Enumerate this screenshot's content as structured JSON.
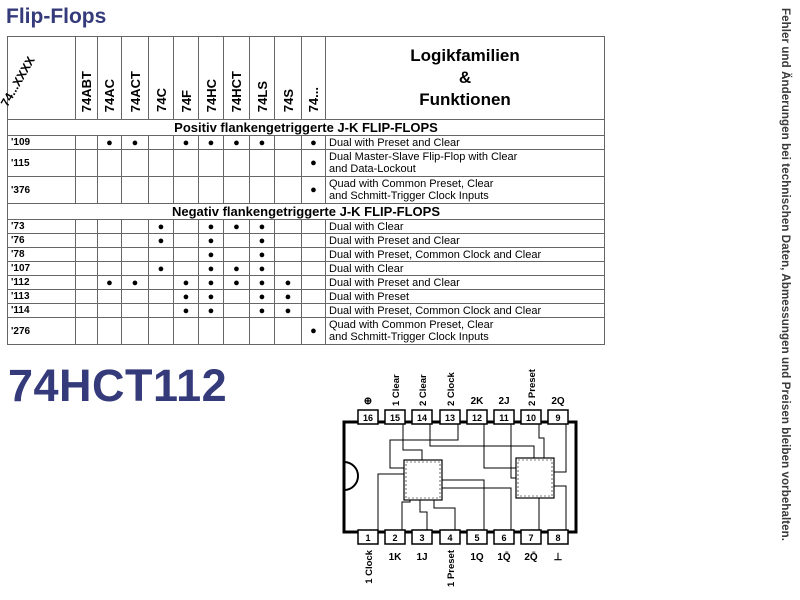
{
  "title": "Flip-Flops",
  "side_note": "Fehler und Änderungen bei technischen Daten, Abmessungen und Preisen bleiben vorbehalten.",
  "table": {
    "corner_label": "74...XXXX",
    "families": [
      "74ABT",
      "74AC",
      "74ACT",
      "74C",
      "74F",
      "74HC",
      "74HCT",
      "74LS",
      "74S",
      "74..."
    ],
    "func_header": [
      "Logikfamilien",
      "&",
      "Funktionen"
    ],
    "sections": [
      {
        "title": "Positiv flankengetriggerte J-K FLIP-FLOPS",
        "rows": [
          {
            "code": "'109",
            "marks": [
              0,
              1,
              1,
              0,
              1,
              1,
              1,
              1,
              0,
              1
            ],
            "desc": [
              "Dual with Preset and Clear"
            ]
          },
          {
            "code": "'115",
            "marks": [
              0,
              0,
              0,
              0,
              0,
              0,
              0,
              0,
              0,
              1
            ],
            "desc": [
              "Dual Master-Slave Flip-Flop with Clear",
              "and Data-Lockout"
            ]
          },
          {
            "code": "'376",
            "marks": [
              0,
              0,
              0,
              0,
              0,
              0,
              0,
              0,
              0,
              1
            ],
            "desc": [
              "Quad with Common Preset, Clear",
              "and Schmitt-Trigger Clock Inputs"
            ]
          }
        ]
      },
      {
        "title": "Negativ flankengetriggerte J-K FLIP-FLOPS",
        "rows": [
          {
            "code": "'73",
            "marks": [
              0,
              0,
              0,
              1,
              0,
              1,
              1,
              1,
              0,
              0
            ],
            "desc": [
              "Dual with Clear"
            ]
          },
          {
            "code": "'76",
            "marks": [
              0,
              0,
              0,
              1,
              0,
              1,
              0,
              1,
              0,
              0
            ],
            "desc": [
              "Dual with Preset and Clear"
            ]
          },
          {
            "code": "'78",
            "marks": [
              0,
              0,
              0,
              0,
              0,
              1,
              0,
              1,
              0,
              0
            ],
            "desc": [
              "Dual with Preset, Common Clock and Clear"
            ]
          },
          {
            "code": "'107",
            "marks": [
              0,
              0,
              0,
              1,
              0,
              1,
              1,
              1,
              0,
              0
            ],
            "desc": [
              "Dual with Clear"
            ]
          },
          {
            "code": "'112",
            "marks": [
              0,
              1,
              1,
              0,
              1,
              1,
              1,
              1,
              1,
              0
            ],
            "desc": [
              "Dual with Preset and Clear"
            ]
          },
          {
            "code": "'113",
            "marks": [
              0,
              0,
              0,
              0,
              1,
              1,
              0,
              1,
              1,
              0
            ],
            "desc": [
              "Dual with Preset"
            ]
          },
          {
            "code": "'114",
            "marks": [
              0,
              0,
              0,
              0,
              1,
              1,
              0,
              1,
              1,
              0
            ],
            "desc": [
              "Dual with Preset, Common Clock and Clear"
            ]
          },
          {
            "code": "'276",
            "marks": [
              0,
              0,
              0,
              0,
              0,
              0,
              0,
              0,
              0,
              1
            ],
            "desc": [
              "Quad with Common Preset, Clear",
              "and Schmitt-Trigger Clock Inputs"
            ]
          }
        ]
      }
    ]
  },
  "part_number": "74HCT112",
  "pinout": {
    "top_pins": [
      "16",
      "15",
      "14",
      "13",
      "12",
      "11",
      "10",
      "9"
    ],
    "top_labels": [
      "⊕",
      "1 Clear",
      "2 Clear",
      "2 Clock",
      "2K",
      "2J",
      "2 Preset",
      "2Q"
    ],
    "bottom_pins": [
      "1",
      "2",
      "3",
      "4",
      "5",
      "6",
      "7",
      "8"
    ],
    "bottom_labels": [
      "1 Clock",
      "1K",
      "1J",
      "1 Preset",
      "1Q",
      "1Q̄",
      "2Q̄",
      "⊥"
    ]
  }
}
